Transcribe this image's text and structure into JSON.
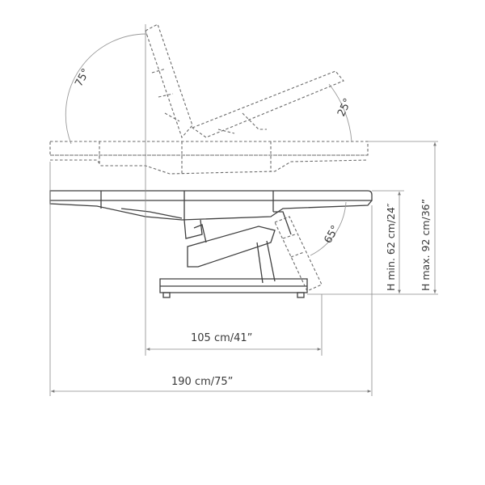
{
  "diagram": {
    "width_label": "105 cm/41”",
    "length_label": "190 cm/75”",
    "height_min_label": "H min. 62 cm/24″",
    "height_max_label": "H max. 92 cm/36”",
    "backrest_angle_label": "75°",
    "leg_rest_angle_label": "25°",
    "foot_angle_label": "65°"
  },
  "colors": {
    "line": "#3f3f3f",
    "dashed": "#6a6a6a",
    "dimension": "#8a8a8a",
    "text": "#3a3a3a"
  }
}
